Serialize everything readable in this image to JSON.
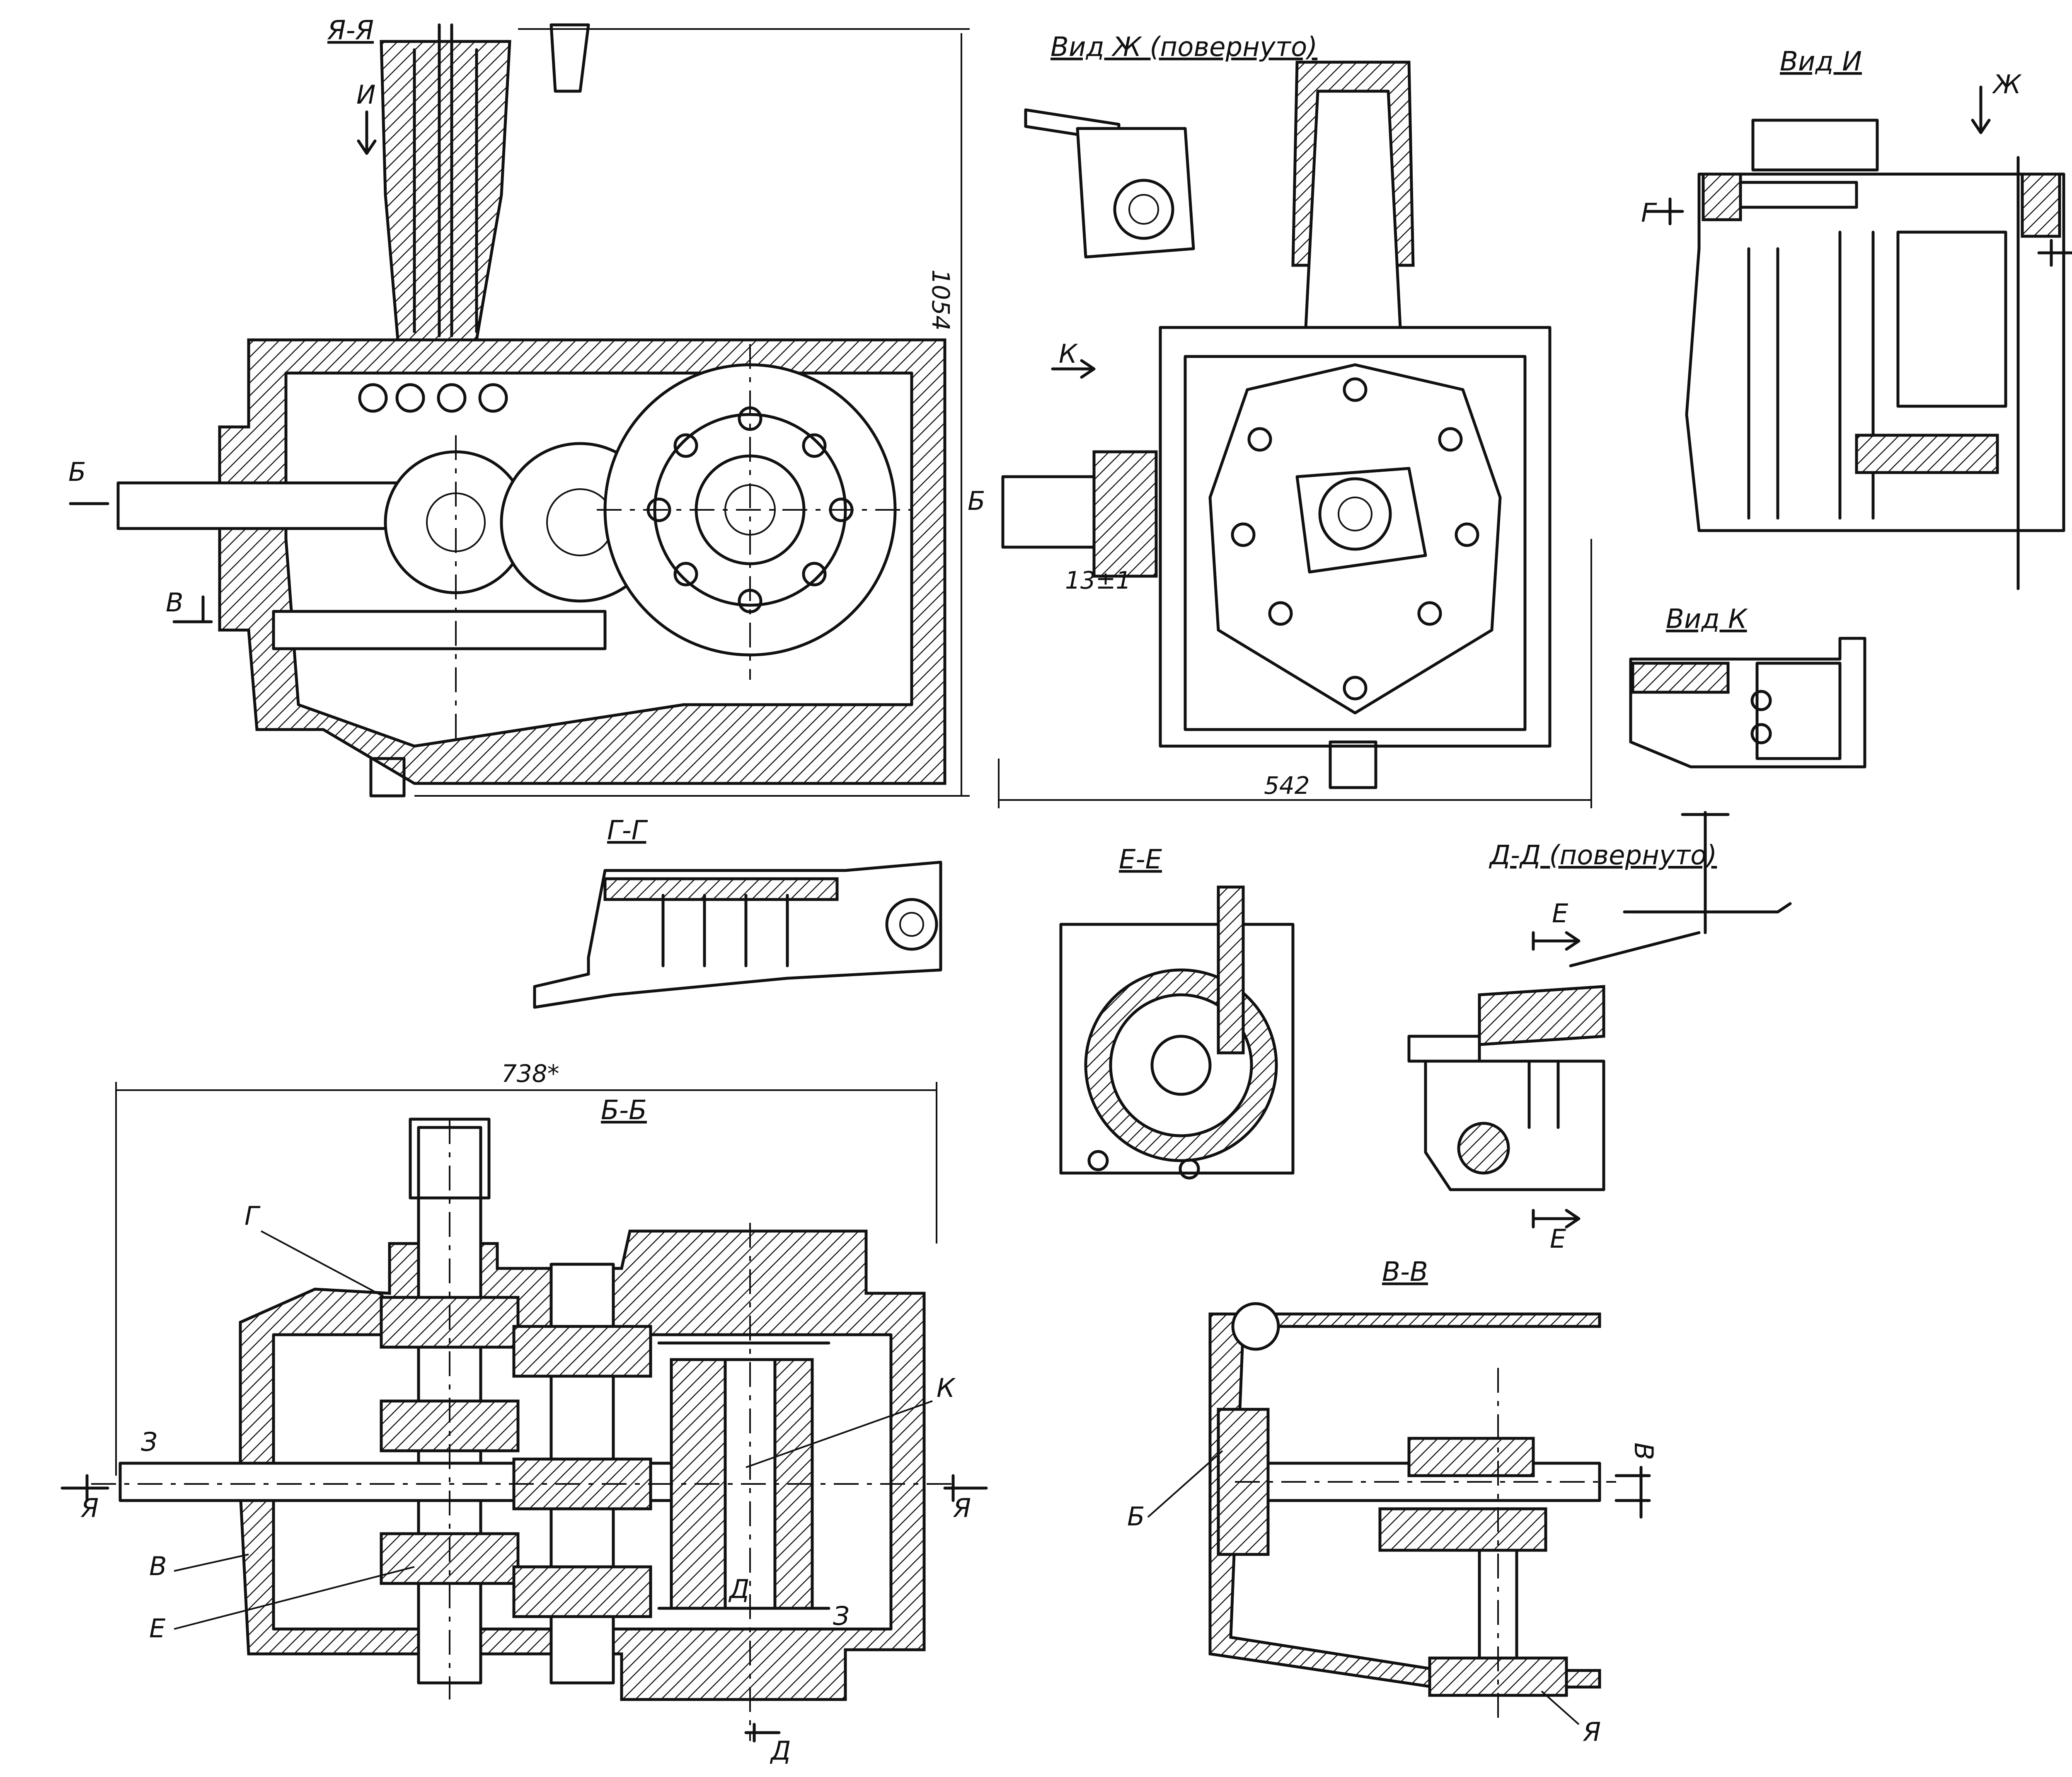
{
  "views": {
    "main_title": "Я-Я",
    "vid_zh_title": "Вид Ж (повернуто)",
    "vid_i_title": "Вид И",
    "vid_k_title": "Вид К",
    "gg_title": "Г-Г",
    "ee_title": "Е-Е",
    "dd_title": "Д-Д (повернуто)",
    "bb_title": "Б-Б",
    "vv_title": "В-В"
  },
  "dimensions": {
    "height_main": "1054",
    "width_front": "542",
    "gap_13": "13±1",
    "width_bb": "738*"
  },
  "markers": {
    "B": "Б",
    "V": "В",
    "I": "И",
    "Ya": "Я",
    "K": "К",
    "G": "Г",
    "E": "Е",
    "Zh": "Ж",
    "D": "Д",
    "Z": "З"
  }
}
